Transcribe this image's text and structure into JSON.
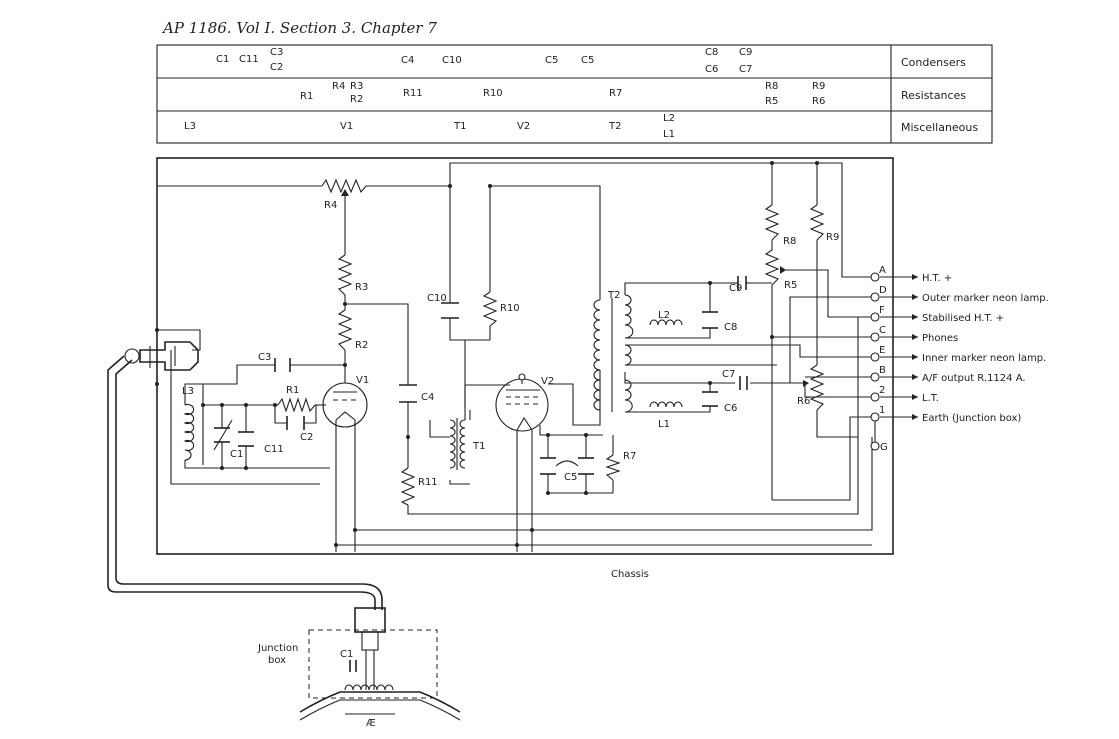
{
  "header": "AP 1186. Vol I. Section 3. Chapter 7",
  "table": {
    "row_names": [
      "Condensers",
      "Resistances",
      "Miscellaneous"
    ],
    "condensers": [
      "C1",
      "C11",
      "C3",
      "C2",
      "C4",
      "C10",
      "C5",
      "C5",
      "C8",
      "C6",
      "C9",
      "C7"
    ],
    "resistances": [
      "R1",
      "R4",
      "R3",
      "R2",
      "R11",
      "R10",
      "R7",
      "R8",
      "R5",
      "R9",
      "R6"
    ],
    "misc": [
      "L3",
      "V1",
      "T1",
      "V2",
      "T2",
      "L2",
      "L1"
    ]
  },
  "terminals": [
    {
      "letter": "A",
      "label": "H.T. +"
    },
    {
      "letter": "D",
      "label": "Outer marker neon lamp."
    },
    {
      "letter": "F",
      "label": "Stabilised H.T. +"
    },
    {
      "letter": "C",
      "label": "Phones"
    },
    {
      "letter": "E",
      "label": "Inner marker neon lamp."
    },
    {
      "letter": "B",
      "label": "A/F output  R.1124 A."
    },
    {
      "letter": "2",
      "label": "L.T."
    },
    {
      "letter": "1",
      "label": "Earth (Junction box)"
    },
    {
      "letter": "G",
      "label": ""
    }
  ],
  "components": {
    "R4": "R4",
    "R3": "R3",
    "R2": "R2",
    "R1": "R1",
    "R11": "R11",
    "R10": "R10",
    "R7": "R7",
    "R8": "R8",
    "R5": "R5",
    "R9": "R9",
    "R6": "R6",
    "C3": "C3",
    "C2": "C2",
    "C1": "C1",
    "C11": "C11",
    "C4": "C4",
    "C10": "C10",
    "C5": "C5",
    "C9": "C9",
    "C8": "C8",
    "C7": "C7",
    "C6": "C6",
    "V1": "V1",
    "V2": "V2",
    "T1": "T1",
    "T2": "T2",
    "L1": "L1",
    "L2": "L2",
    "L3": "L3",
    "C1_jb": "C1",
    "ae": "Æ"
  },
  "chassis_label": "Chassis",
  "junction_label_1": "Junction",
  "junction_label_2": "box"
}
